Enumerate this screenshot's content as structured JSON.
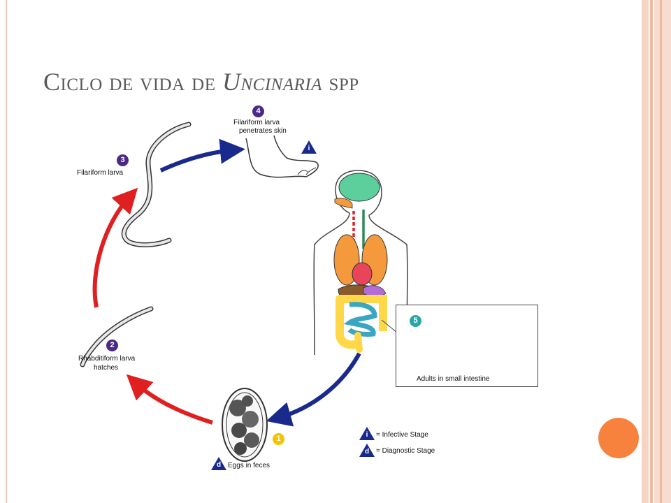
{
  "title": {
    "prefix": "Ciclo de vida de ",
    "italic": "Uncinaria",
    "suffix": " spp"
  },
  "stages": [
    {
      "number": "1",
      "label": "Eggs in feces"
    },
    {
      "number": "2",
      "label_line1": "Rhabditiform larva",
      "label_line2": "hatches"
    },
    {
      "number": "3",
      "label": "Filariform larva"
    },
    {
      "number": "4",
      "label_line1": "Filariform larva",
      "label_line2": "penetrates skin"
    },
    {
      "number": "5",
      "label": "Adults in small intestine"
    }
  ],
  "legend": {
    "infective": {
      "letter": "i",
      "label": "= Infective Stage"
    },
    "diagnostic": {
      "letter": "d",
      "label": "= Diagnostic Stage"
    }
  },
  "colors": {
    "title": "#595959",
    "badge_purple": "#4b2a86",
    "badge_teal": "#2aa6a6",
    "badge_yellow": "#f5c400",
    "arrow_red": "#e02020",
    "arrow_blue": "#1a2a8c",
    "stripe_pink": "#f4c9b6",
    "accent_orange": "#f7823d"
  }
}
